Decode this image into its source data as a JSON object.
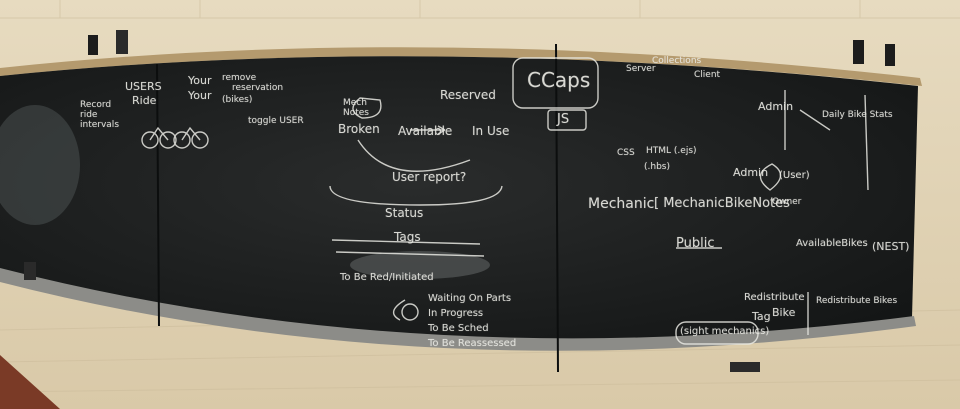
{
  "colors": {
    "wall": "#e9dcc2",
    "board": "#1c1e1e",
    "chalk": "#e8e8e2",
    "trim": "#b49a6e",
    "rail": "#8c8c88"
  },
  "board": {
    "top_left": {
      "note_a": "Record ride intervals",
      "users": "USERS",
      "ride": "Ride",
      "your1": "Your",
      "your2": "Your",
      "remove": "remove",
      "reservation": "reservation",
      "bikes": "(bikes)",
      "toggle": "toggle USER"
    },
    "status_cycle": {
      "mech_notes": "Mech Notes",
      "reserved": "Reserved",
      "broken": "Broken",
      "available": "Available",
      "in_use": "In Use",
      "user_report": "User report?",
      "status_label": "Status"
    },
    "tags": {
      "label": "Tags",
      "to_be_rd": "To Be Red/Initiated",
      "waiting": "Waiting On Parts",
      "in_progress": "In Progress",
      "to_be_scheduled": "To Be Sched",
      "to_be_reassessed": "To Be Reassessed"
    },
    "logo": {
      "ccaps": "CCaps",
      "js": "JS"
    },
    "right_side": {
      "server": "Server",
      "collections": "Collections",
      "client": "Client",
      "css": "CSS",
      "html_label": "HTML (.ejs)",
      "handlebars": "(.hbs)",
      "mechanic": "Mechanic",
      "mechanic_bike_notes": "[ MechanicBikeNotes",
      "admin1": "Admin",
      "admin2": "Admin",
      "user": "(User)",
      "owner": "Owner",
      "public": "Public",
      "available_bikes": "AvailableBikes",
      "nest": "(NEST)",
      "redistribute": "Redistribute",
      "tag": "Tag",
      "bike": "Bike",
      "redistribute_bikes": "Redistribute Bikes",
      "sight_mechanics": "(sight mechanics)",
      "daily_bike_stats": "Daily Bike Stats"
    }
  }
}
